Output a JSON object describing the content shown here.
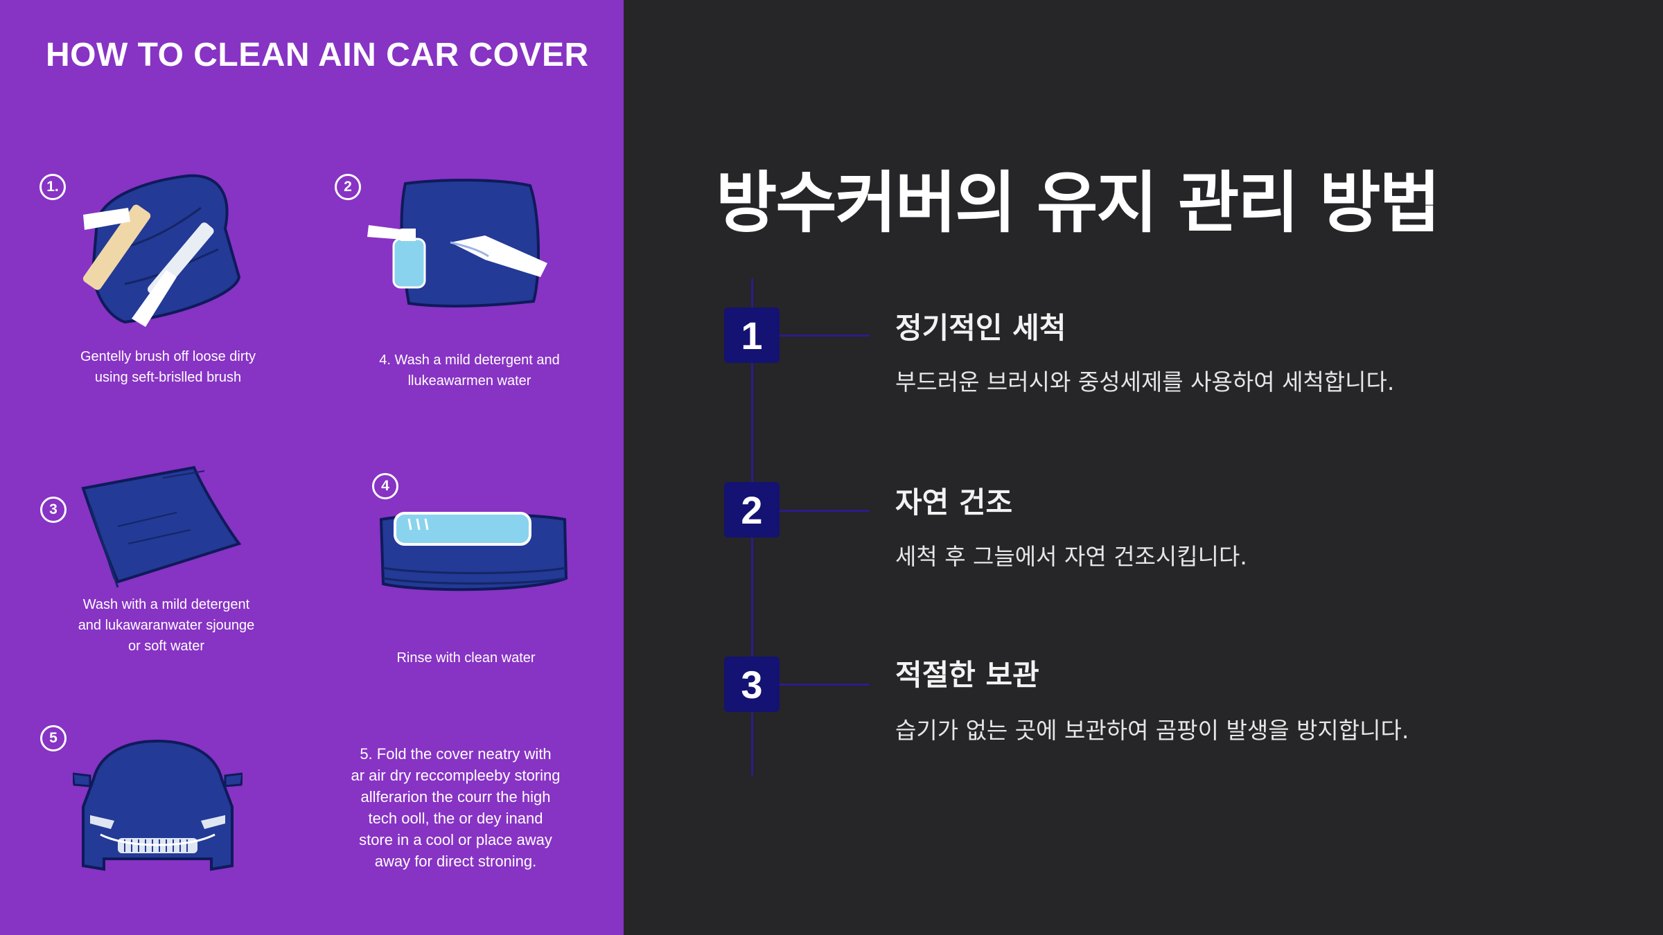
{
  "infographic": {
    "title": "HOW TO CLEAN AIN CAR COVER",
    "steps": [
      {
        "marker": "1.",
        "caption_lines": [
          "Gentelly brush off loose dirty",
          "using seft-brislled brush"
        ]
      },
      {
        "marker": "2",
        "caption_lines": [
          "4. Wash a mild detergent and",
          "llukeawarmen water"
        ]
      },
      {
        "marker": "3",
        "caption_lines": [
          "Wash with a mild detergent",
          "and lukawaranwater sjounge",
          "or soft water"
        ]
      },
      {
        "marker": "4",
        "caption_lines": [
          "Rinse with clean water"
        ]
      },
      {
        "marker": "5",
        "caption_lines": []
      },
      {
        "marker": "",
        "caption_lines": [
          "5. Fold the cover neatry with",
          "ar air dry reccompleeby storing",
          "allferarion the courr the high",
          "tech ooll, the or dey inand",
          "store in a cool or place away",
          "away for direct stroning."
        ]
      }
    ]
  },
  "guide": {
    "heading": "방수커버의 유지 관리 방법",
    "items": [
      {
        "number": "1",
        "title": "정기적인 세척",
        "description": "부드러운 브러시와 중성세제를 사용하여 세척합니다."
      },
      {
        "number": "2",
        "title": "자연 건조",
        "description": "세척 후 그늘에서 자연 건조시킵니다."
      },
      {
        "number": "3",
        "title": "적절한 보관",
        "description": "습기가 없는 곳에 보관하여 곰팡이 발생을 방지합니다."
      }
    ]
  },
  "colors": {
    "left_panel_bg": "#8733c4",
    "right_panel_bg": "#262527",
    "accent_navy": "#141272",
    "cover_blue": "#233a96"
  }
}
